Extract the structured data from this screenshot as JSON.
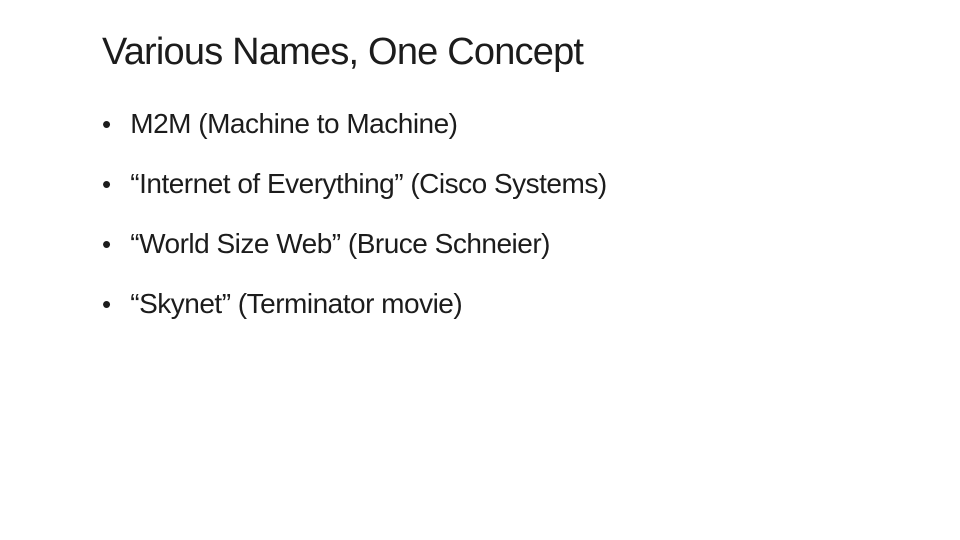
{
  "slide": {
    "title": "Various Names, One Concept",
    "bullet_glyph": "•",
    "bullets": [
      "M2M (Machine to Machine)",
      "“Internet of Everything” (Cisco Systems)",
      "“World Size Web” (Bruce Schneier)",
      "“Skynet” (Terminator movie)"
    ],
    "colors": {
      "background": "#ffffff",
      "text": "#1c1c1c"
    }
  }
}
